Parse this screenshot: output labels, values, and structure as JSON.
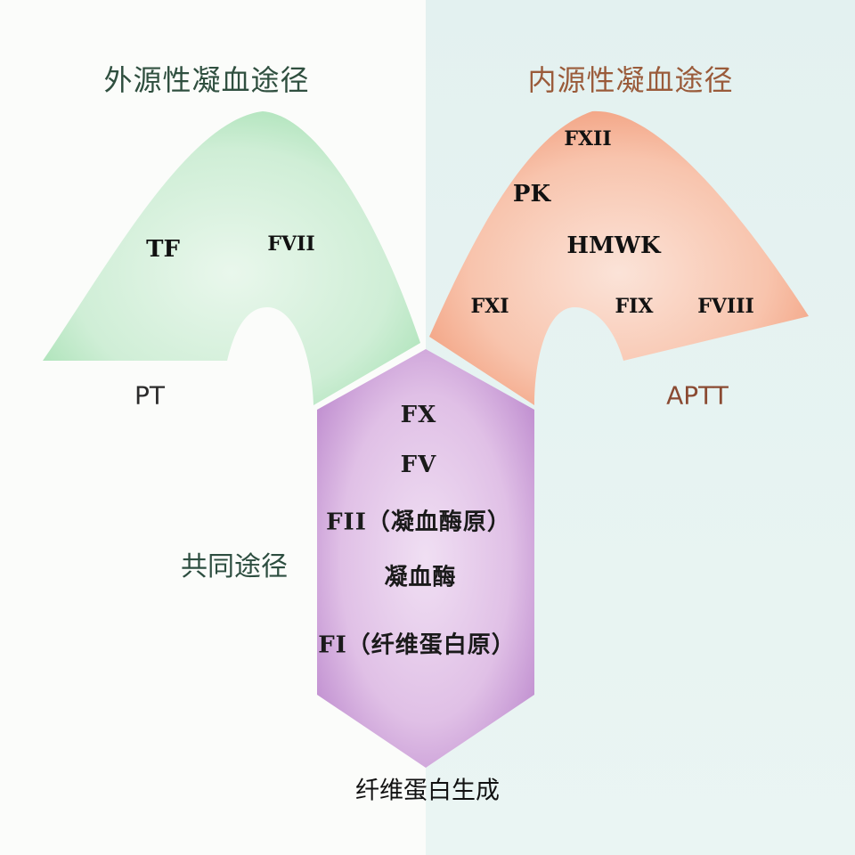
{
  "extrinsic": {
    "title": "外源性凝血途径",
    "test": "PT",
    "factors": [
      "TF",
      "FVII"
    ]
  },
  "intrinsic": {
    "title": "内源性凝血途径",
    "test": "APTT",
    "factors": [
      "FXII",
      "PK",
      "HMWK",
      "FXI",
      "FIX",
      "FVIII"
    ]
  },
  "common": {
    "title": "共同途径",
    "items": [
      "FX",
      "FV",
      "FII（凝血酶原）",
      "凝血酶",
      "FI（纤维蛋白原）"
    ]
  },
  "result": "纤维蛋白生成",
  "colors": {
    "extrinsic": "#b8e8c4",
    "intrinsic": "#f4a887",
    "common": "#c99ad6"
  }
}
